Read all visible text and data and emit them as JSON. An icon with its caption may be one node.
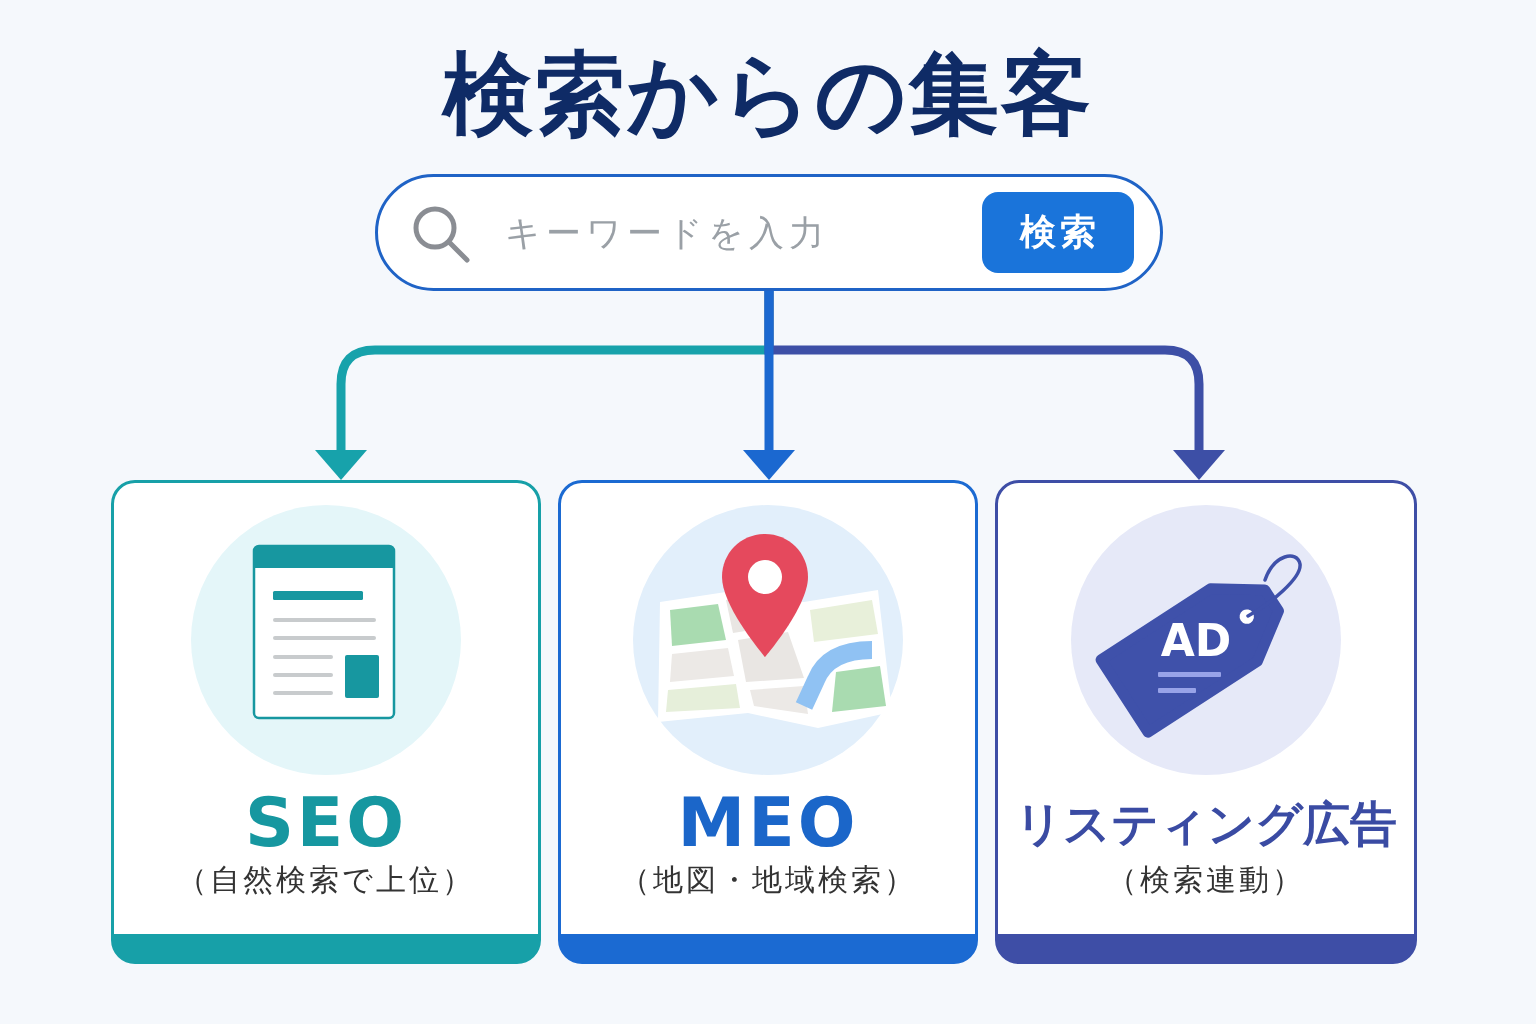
{
  "diagram": {
    "title": "検索からの集客",
    "nodes": [
      {
        "text": [
          "キーワードを入力"
        ]
      },
      {
        "text": [
          "検索"
        ],
        "in": 0
      },
      {
        "text": [
          "SEO",
          "（自然検索で上位）"
        ]
      },
      {
        "text": [
          "MEO",
          "（地図・地域検索）"
        ]
      },
      {
        "text": [
          "リスティング広告",
          "（検索連動）"
        ]
      }
    ],
    "edges": [
      {
        "from": 0,
        "to": 2,
        "arrow": "to",
        "color": "#17a2ab"
      },
      {
        "from": 0,
        "to": 3,
        "arrow": "to",
        "color": "#1b68d0"
      },
      {
        "from": 0,
        "to": 4,
        "arrow": "to",
        "color": "#3d4fa6"
      }
    ],
    "labels": [
      "AD"
    ]
  }
}
